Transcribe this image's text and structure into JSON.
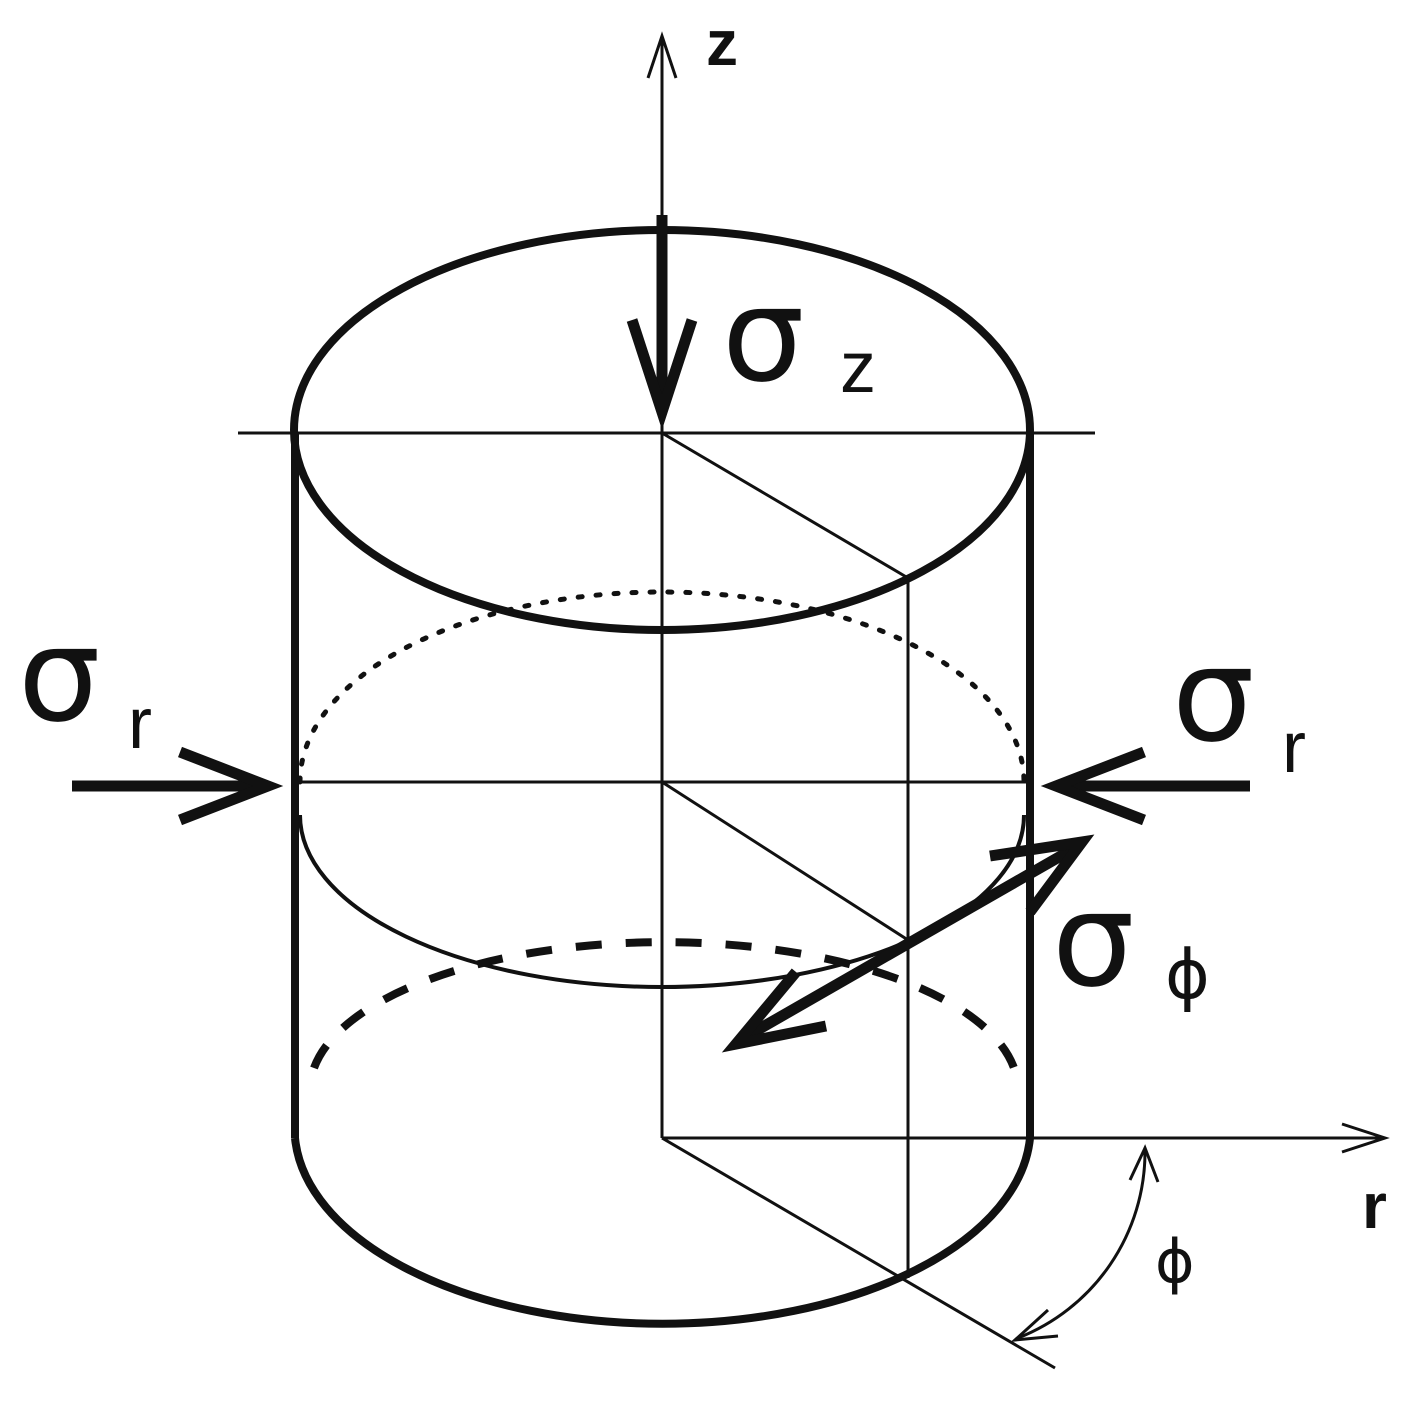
{
  "labels": {
    "z_axis": "z",
    "r_axis": "r",
    "phi_angle": "ϕ",
    "sigma": "σ",
    "sub_z": "z",
    "sub_r": "r",
    "sub_phi": "ϕ"
  },
  "colors": {
    "ink": "#111111",
    "background": "#ffffff"
  }
}
